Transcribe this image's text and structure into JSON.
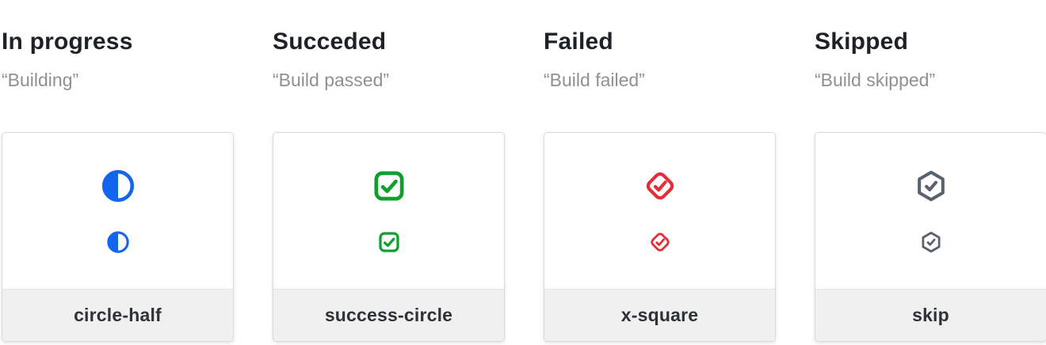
{
  "columns": [
    {
      "title": "In progress",
      "subtitle": "“Building”",
      "icon": "circle-half-icon",
      "icon_color": "#1365ee",
      "label": "circle-half"
    },
    {
      "title": "Succeded",
      "subtitle": "“Build passed”",
      "icon": "square-check-icon",
      "icon_color": "#109f2e",
      "label": "success-circle"
    },
    {
      "title": "Failed",
      "subtitle": "“Build failed”",
      "icon": "diamond-check-icon",
      "icon_color": "#e32f39",
      "label": "x-square"
    },
    {
      "title": "Skipped",
      "subtitle": "“Build skipped”",
      "icon": "hexagon-check-icon",
      "icon_color": "#59606e",
      "label": "skip"
    }
  ],
  "theme": {
    "page_background": "#ffffff",
    "title_color": "#1e2126",
    "subtitle_color": "#8f9094",
    "label_color": "#2e3136",
    "card_background": "#ffffff",
    "card_border": "#d9dadb",
    "footer_background": "#f0f0f1",
    "footer_border": "#e4e4e5"
  }
}
